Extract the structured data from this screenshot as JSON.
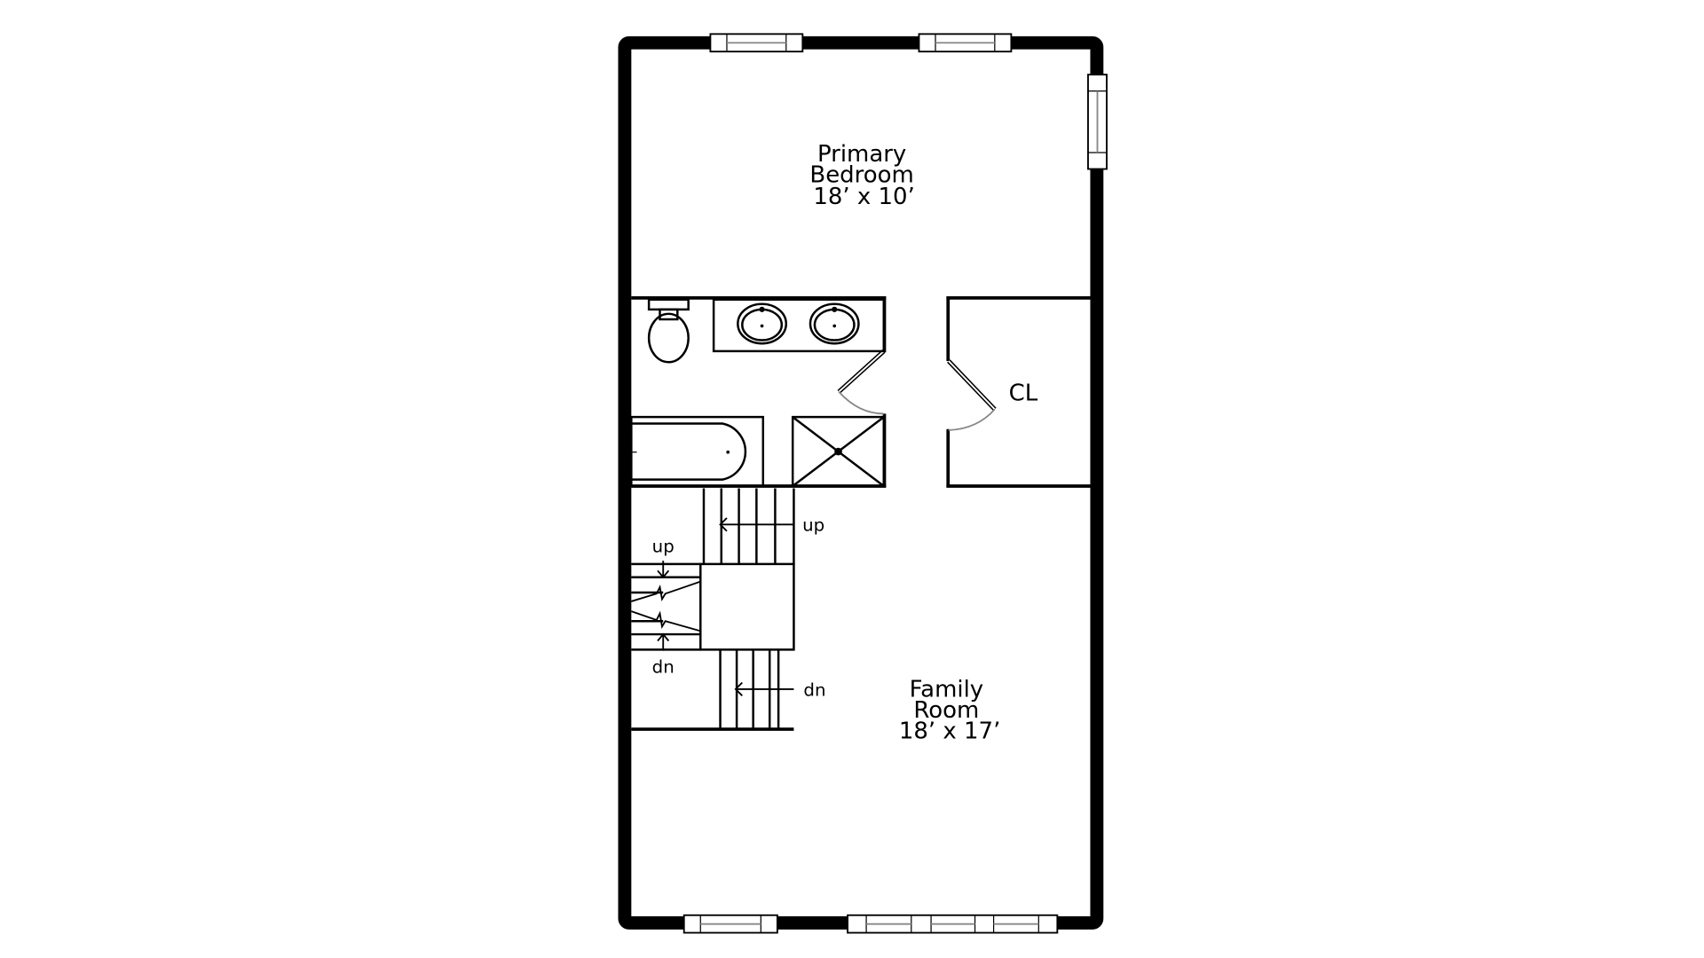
{
  "rooms": {
    "primary_bedroom": {
      "name_line1": "Primary",
      "name_line2": "Bedroom",
      "size": "18’ x 10’"
    },
    "family_room": {
      "name_line1": "Family",
      "name_line2": "Room",
      "size": "18’ x 17’"
    },
    "closet": {
      "name": "CL"
    }
  },
  "stairs": {
    "upper_flight": "up",
    "winder_up": "up",
    "winder_dn": "dn",
    "lower_flight": "dn"
  }
}
